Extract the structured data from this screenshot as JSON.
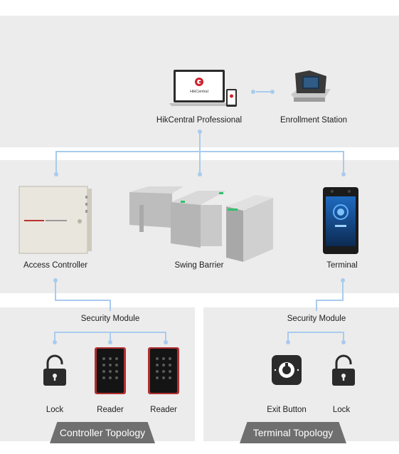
{
  "top": {
    "hikcentral_label": "HikCentral Professional",
    "enrollment_label": "Enrollment Station",
    "laptop_brand": "HikCentral"
  },
  "middle": {
    "access_controller_label": "Access Controller",
    "swing_barrier_label": "Swing Barrier",
    "terminal_label": "Terminal"
  },
  "controller_topology": {
    "title": "Controller Topology",
    "module_label": "Security Module",
    "items": [
      {
        "label": "Lock",
        "icon": "lock-icon"
      },
      {
        "label": "Reader",
        "icon": "card-reader"
      },
      {
        "label": "Reader",
        "icon": "card-reader"
      }
    ]
  },
  "terminal_topology": {
    "title": "Terminal Topology",
    "module_label": "Security Module",
    "items": [
      {
        "label": "Exit Button",
        "icon": "exit-button-icon"
      },
      {
        "label": "Lock",
        "icon": "lock-icon"
      }
    ]
  },
  "colors": {
    "panel": "#ececec",
    "connector": "#a9cbee",
    "tab": "#6f6f6f",
    "hik_red": "#d0202e"
  }
}
